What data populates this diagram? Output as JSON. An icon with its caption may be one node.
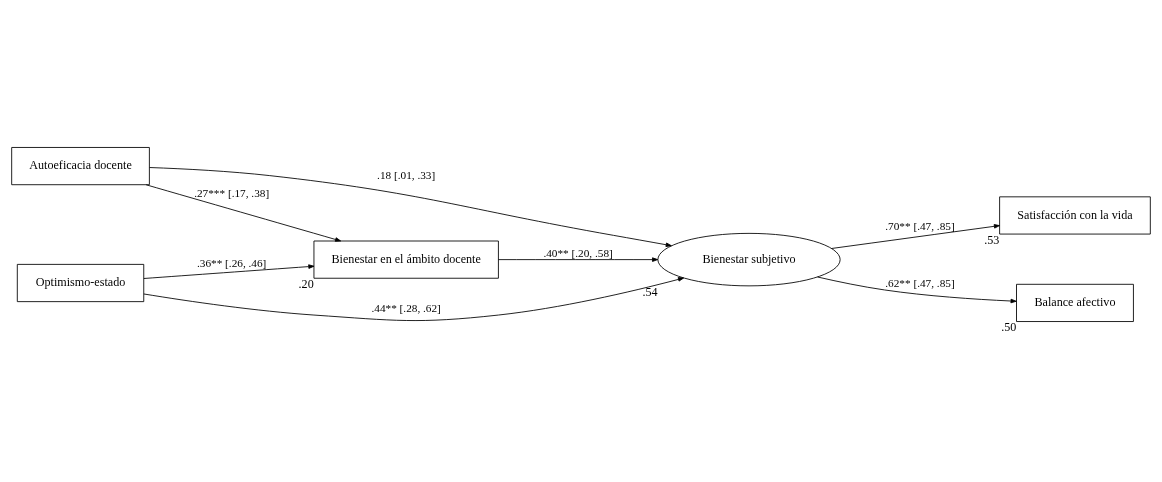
{
  "diagram": {
    "nodes": [
      {
        "text": [
          "Autoeficacia docente"
        ]
      },
      {
        "text": [
          "Bienestar en el ámbito docente"
        ],
        "beside": [
          ".20"
        ]
      },
      {
        "text": [
          "Optimismo-estado"
        ]
      },
      {
        "text": [
          "Bienestar subjetivo"
        ],
        "beside": [
          ".54"
        ]
      },
      {
        "text": [
          "Satisfacción con la vida"
        ],
        "beside": [
          ".53"
        ]
      },
      {
        "text": [
          "Balance afectivo"
        ],
        "beside": [
          ".50"
        ]
      }
    ],
    "edges": [
      {
        "from": 0,
        "to": 1,
        "arrow": "to",
        "label": ".27*** [.17, .38]"
      },
      {
        "from": 2,
        "to": 1,
        "arrow": "to",
        "label": ".36** [.26, .46]"
      },
      {
        "from": 0,
        "to": 3,
        "arrow": "to",
        "label": ".18 [.01, .33]"
      },
      {
        "from": 1,
        "to": 3,
        "arrow": "to",
        "label": ".40** [.20, .58]"
      },
      {
        "from": 2,
        "to": 3,
        "arrow": "to",
        "label": ".44** [.28, .62]"
      },
      {
        "from": 3,
        "to": 4,
        "arrow": "to",
        "label": ".70** [.47, .85]"
      },
      {
        "from": 3,
        "to": 5,
        "arrow": "to",
        "label": ".62** [.47, .85]"
      }
    ]
  }
}
